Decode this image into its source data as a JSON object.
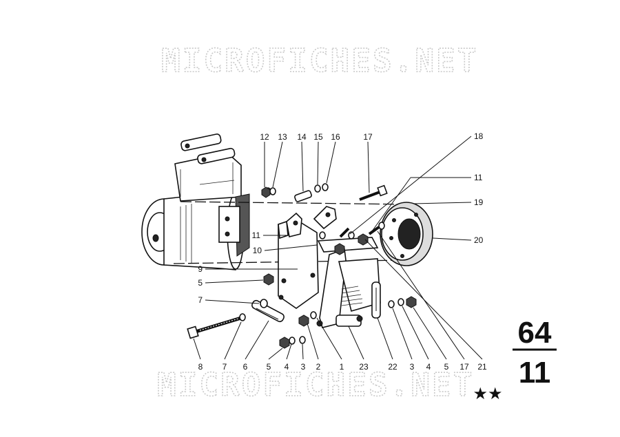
{
  "watermark": {
    "top": "MICROFICHES.NET",
    "bottom": "MICROFICHES.NET"
  },
  "section": {
    "group": "64",
    "subgroup": "11",
    "stars": "★★"
  },
  "callouts": {
    "top": [
      "12",
      "13",
      "14",
      "15",
      "16",
      "17"
    ],
    "right": [
      "18",
      "11",
      "19",
      "20"
    ],
    "left": [
      "11",
      "10",
      "9",
      "5",
      "7"
    ],
    "bottom": [
      "8",
      "7",
      "6",
      "5",
      "4",
      "3",
      "2",
      "1",
      "23",
      "22",
      "3",
      "4",
      "5",
      "17",
      "21"
    ]
  },
  "icons": [
    "compressor-drawing",
    "bracket-drawing",
    "pulley-drawing",
    "bolt-drawing",
    "washer-drawing",
    "nut-drawing"
  ]
}
